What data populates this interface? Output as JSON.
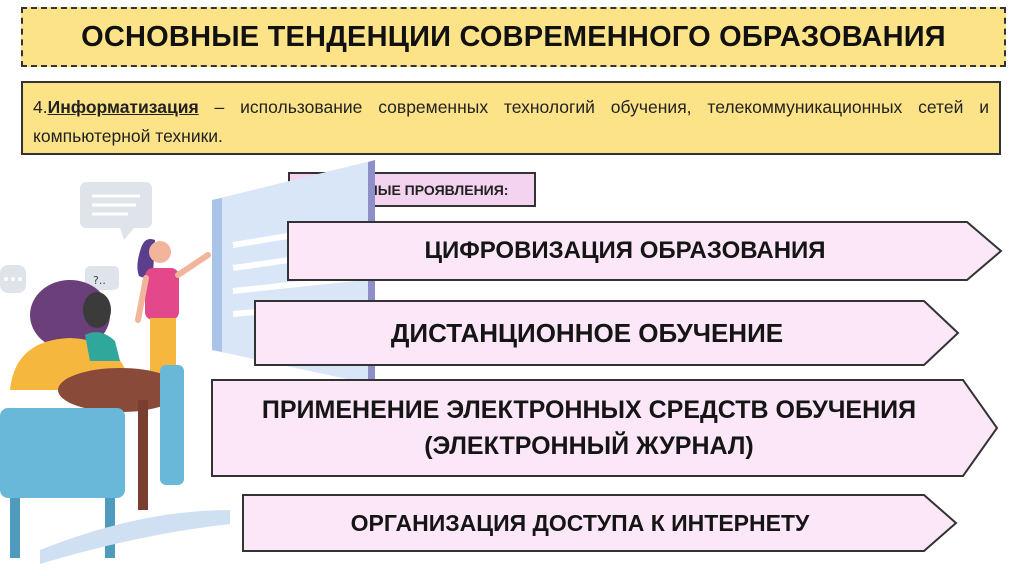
{
  "title": "ОСНОВНЫЕ ТЕНДЕНЦИИ СОВРЕМЕННОГО ОБРАЗОВАНИЯ",
  "definition": {
    "number": "4.",
    "term": "Информатизация",
    "text": " – использование современных технологий обучения, телекоммуникационных сетей и компьютерной техники."
  },
  "manifestations_label": "ОСНОВНЫЕ ПРОЯВЛЕНИЯ:",
  "items": [
    {
      "line1": "ЦИФРОВИЗАЦИЯ ОБРАЗОВАНИЯ"
    },
    {
      "line1": "ДИСТАНЦИОННОЕ ОБУЧЕНИЕ"
    },
    {
      "line1": "ПРИМЕНЕНИЕ ЭЛЕКТРОННЫХ СРЕДСТВ ОБУЧЕНИЯ",
      "line2": "(ЭЛЕКТРОННЫЙ ЖУРНАЛ)"
    },
    {
      "line1": "ОРГАНИЗАЦИЯ ДОСТУПА К ИНТЕРНЕТУ"
    }
  ],
  "speech_bubble_text": "?..",
  "colors": {
    "title_bg": "#fde387",
    "arrow_fill": "#fbe7f8",
    "label_bg": "#f4d3f0",
    "board": "#d9e6f7",
    "teacher_shirt": "#e2488a",
    "student_shirt": "#f5b73d",
    "chair": "#6ab8d9"
  }
}
